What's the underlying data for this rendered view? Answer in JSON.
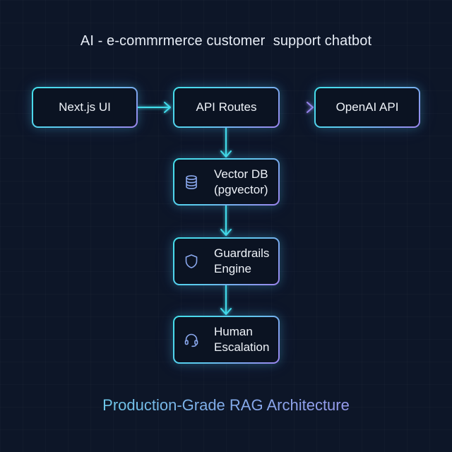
{
  "title": "AI - e-commrmerce customer  support chatbot",
  "footer": "Production-Grade RAG Architecture",
  "colors": {
    "background": "#0d1628",
    "node_fill": "#0b1322",
    "accent_cyan": "#43e0ec",
    "accent_purple": "#9c84ee",
    "text": "#eef2f8"
  },
  "nodes": [
    {
      "id": "nextjs",
      "label": "Next.js UI"
    },
    {
      "id": "api",
      "label": "API Routes"
    },
    {
      "id": "openai",
      "label": "OpenAI API"
    },
    {
      "id": "vectordb",
      "label_line1": "Vector DB",
      "label_line2": "(pgvector)",
      "icon": "database-icon"
    },
    {
      "id": "guardrails",
      "label_line1": "Guardrails",
      "label_line2": "Engine",
      "icon": "shield-icon"
    },
    {
      "id": "human",
      "label_line1": "Human",
      "label_line2": "Escalation",
      "icon": "headset-icon"
    }
  ],
  "edges": [
    {
      "from": "nextjs",
      "to": "api"
    },
    {
      "from": "api",
      "to": "openai"
    },
    {
      "from": "api",
      "to": "vectordb"
    },
    {
      "from": "vectordb",
      "to": "guardrails"
    },
    {
      "from": "guardrails",
      "to": "human"
    }
  ]
}
